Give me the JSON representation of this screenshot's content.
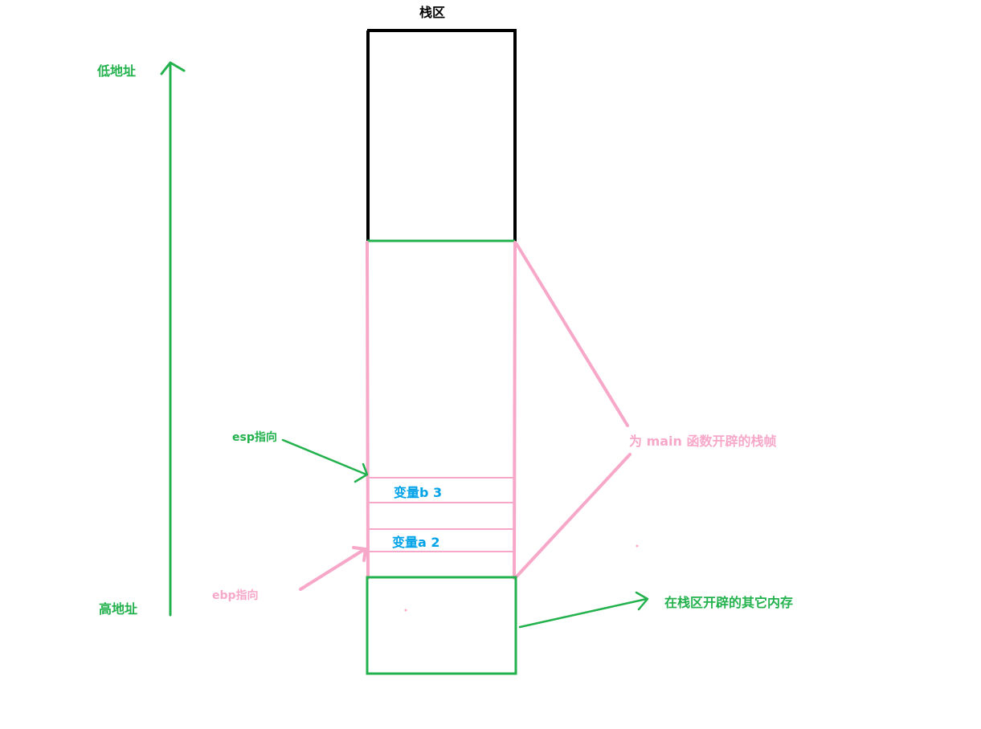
{
  "title": "栈区",
  "address_axis": {
    "low_label": "低地址",
    "high_label": "高地址"
  },
  "pointers": {
    "esp_label": "esp指向",
    "ebp_label": "ebp指向"
  },
  "variables": {
    "b_label": "变量b  3",
    "a_label": "变量a  2"
  },
  "annotations": {
    "main_frame": "为 main 函数开辟的栈帧",
    "other_memory": "在栈区开辟的其它内存"
  },
  "colors": {
    "green": "#22b14c",
    "pink": "#f7a8c9",
    "blue": "#00a2e8",
    "black": "#000000"
  }
}
